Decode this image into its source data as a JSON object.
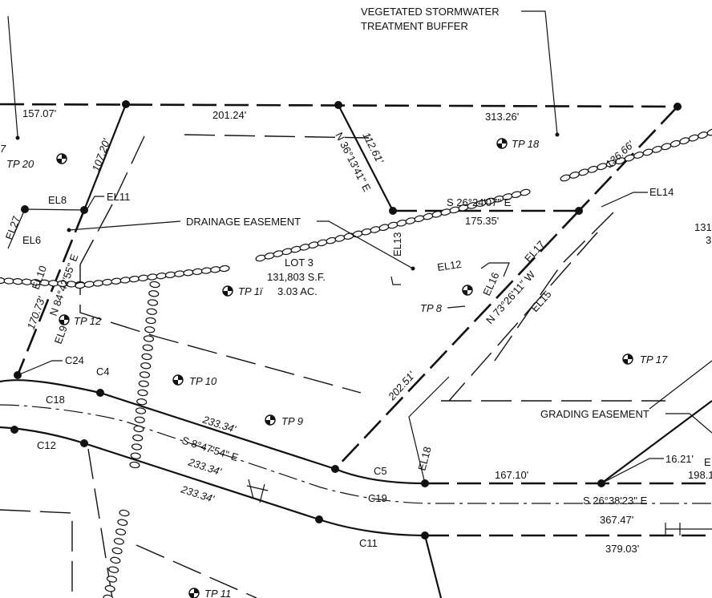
{
  "notes": {
    "buffer": [
      "VEGETATED STORMWATER",
      "TREATMENT BUFFER"
    ],
    "drainage": "DRAINAGE EASEMENT",
    "grading": "GRADING EASEMENT"
  },
  "lot": {
    "name": "LOT 3",
    "area_sf": "131,803 S.F.",
    "area_ac": "3.03 AC."
  },
  "edge_text": [
    "131",
    "3",
    "E"
  ],
  "distances": {
    "d157": "157.07'",
    "d201": "201.24'",
    "d313": "313.26'",
    "d107": "107.20'",
    "d112": "112.61'",
    "d136": "136.66'",
    "d175": "175.35'",
    "d170": "170.73'",
    "d202": "202.51'",
    "d233a": "233.34'",
    "d233b": "233.34'",
    "d233c": "233.34'",
    "d167": "167.10'",
    "d16": "16.21'",
    "d198": "198.1",
    "d367": "367.47'",
    "d379": "379.03'"
  },
  "bearings": {
    "b1": "N 36°13'41\" E",
    "b2": "S 26°24'07\" E",
    "b3": "N 84°42'55\" E",
    "b4": "N 73°26'11\" W",
    "b5": "S 8°47'54\" E",
    "b6": "S 26°38'23\" E"
  },
  "lines": {
    "EL6": "EL6",
    "EL8": "EL8",
    "EL9": "EL9",
    "EL10": "EL10",
    "EL11": "EL11",
    "EL12": "EL12",
    "EL13": "EL13",
    "EL14": "EL14",
    "EL15": "EL15",
    "EL16": "EL16",
    "EL17": "EL17",
    "EL18": "EL18",
    "EL27": "EL27"
  },
  "curves": {
    "C4": "C4",
    "C5": "C5",
    "C11": "C11",
    "C12": "C12",
    "C18": "C18",
    "C19": "C19",
    "C24": "C24"
  },
  "test_pits": {
    "tp8": "TP 8",
    "tp9": "TP 9",
    "tp10": "TP 10",
    "tp11": "TP 11",
    "tp12": "TP 12",
    "tp17": "TP 17",
    "tp18": "TP 18",
    "tp19": "TP 1ї",
    "tp20": "TP 20"
  },
  "partial": "7"
}
